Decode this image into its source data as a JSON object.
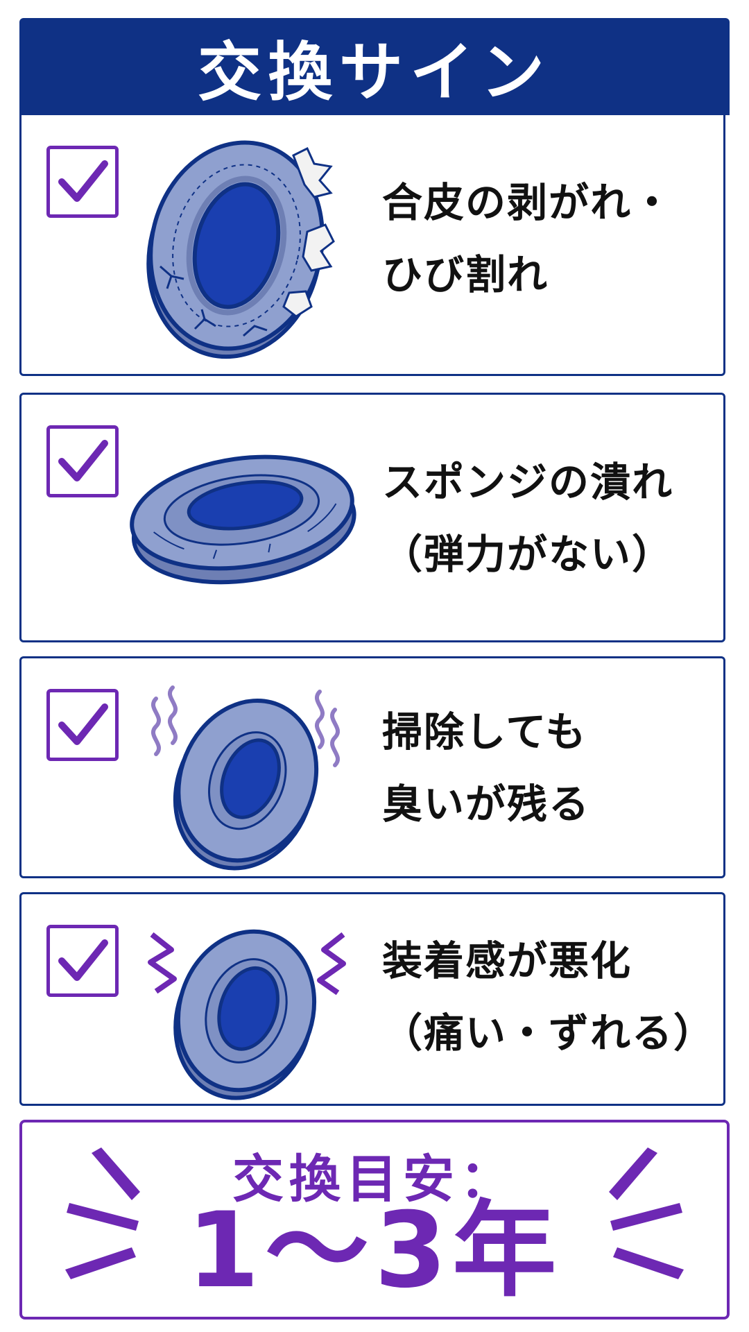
{
  "header": {
    "title": "交換サイン"
  },
  "signs": [
    {
      "lines": [
        "合皮の剥がれ・",
        "ひび割れ"
      ],
      "icon": "cracked-ear-pad-icon",
      "checked": true
    },
    {
      "lines": [
        "スポンジの潰れ",
        "（弾力がない）"
      ],
      "icon": "flattened-ear-pad-icon",
      "checked": true
    },
    {
      "lines": [
        "掃除しても",
        "臭いが残る"
      ],
      "icon": "smelly-ear-pad-icon",
      "checked": true
    },
    {
      "lines": [
        "装着感が悪化",
        "（痛い・ずれる）"
      ],
      "icon": "uncomfortable-ear-pad-icon",
      "checked": true
    }
  ],
  "footer": {
    "label": "交換目安：",
    "value": "1〜3年"
  },
  "colors": {
    "header_bg": "#0f3185",
    "card_border": "#0f3185",
    "accent_purple": "#6d28b3",
    "pad_fill": "#8fa0cf",
    "pad_inner": "#1a3fb0",
    "text": "#111111"
  }
}
